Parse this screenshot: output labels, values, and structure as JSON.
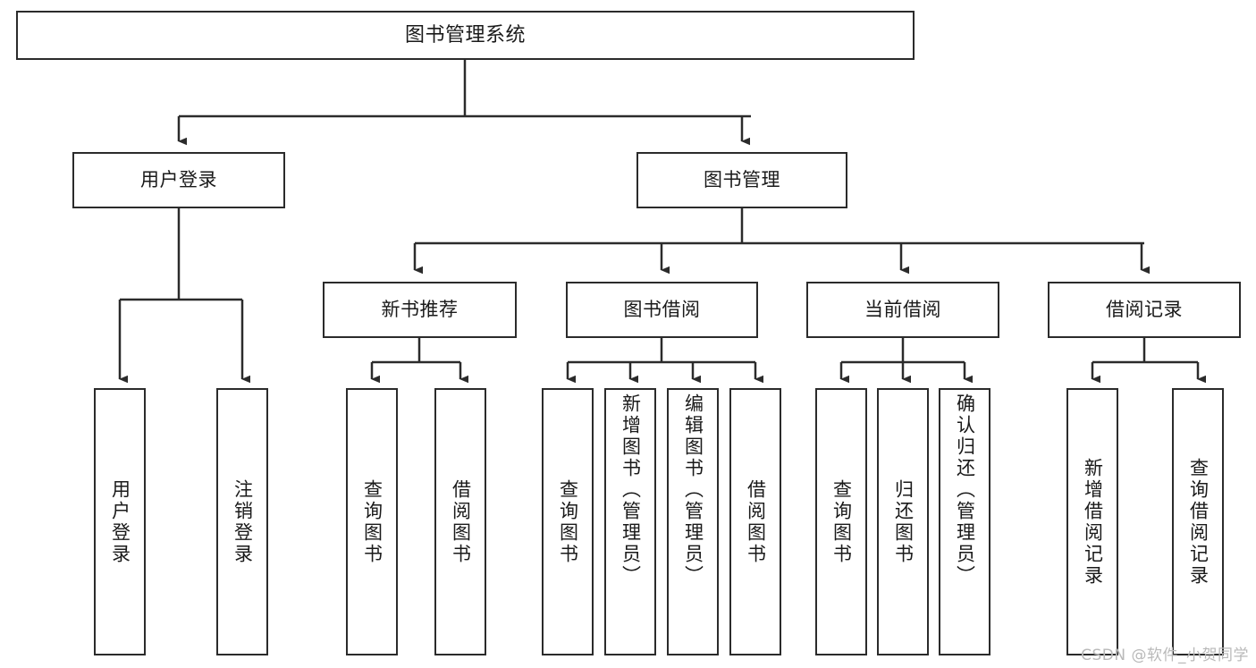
{
  "diagram": {
    "type": "tree-hierarchy",
    "title": "图书管理系统",
    "theme": {
      "background": "#ffffff",
      "node_border": "#2b2b2b",
      "node_fill": "#ffffff",
      "text": "#1a1a1a",
      "connector": "#2b2b2b",
      "watermark": "#b9b9b9"
    },
    "nodes": {
      "root": {
        "label": "图书管理系统"
      },
      "level2": [
        {
          "id": "user-login",
          "label": "用户登录"
        },
        {
          "id": "book-manage",
          "label": "图书管理"
        }
      ],
      "level3": [
        {
          "id": "new-book-recommend",
          "label": "新书推荐"
        },
        {
          "id": "book-borrow",
          "label": "图书借阅"
        },
        {
          "id": "current-borrow",
          "label": "当前借阅"
        },
        {
          "id": "borrow-record",
          "label": "借阅记录"
        }
      ],
      "leaves": {
        "user_login": [
          {
            "id": "leaf-user-login",
            "label": "用户登录"
          },
          {
            "id": "leaf-logout-login",
            "label": "注销登录"
          }
        ],
        "new_book_recommend": [
          {
            "id": "leaf-query-book-1",
            "label": "查询图书"
          },
          {
            "id": "leaf-borrow-book-1",
            "label": "借阅图书"
          }
        ],
        "book_borrow": [
          {
            "id": "leaf-query-book-2",
            "label": "查询图书"
          },
          {
            "id": "leaf-add-book",
            "label": "新增图书（管理员）"
          },
          {
            "id": "leaf-edit-book",
            "label": "编辑图书（管理员）"
          },
          {
            "id": "leaf-borrow-book-2",
            "label": "借阅图书"
          }
        ],
        "current_borrow": [
          {
            "id": "leaf-query-book-3",
            "label": "查询图书"
          },
          {
            "id": "leaf-return-book",
            "label": "归还图书"
          },
          {
            "id": "leaf-confirm-return",
            "label": "确认归还（管理员）"
          }
        ],
        "borrow_record": [
          {
            "id": "leaf-add-record",
            "label": "新增借阅记录"
          },
          {
            "id": "leaf-query-record",
            "label": "查询借阅记录"
          }
        ]
      }
    },
    "watermark": "CSDN @软件_小贺同学"
  }
}
